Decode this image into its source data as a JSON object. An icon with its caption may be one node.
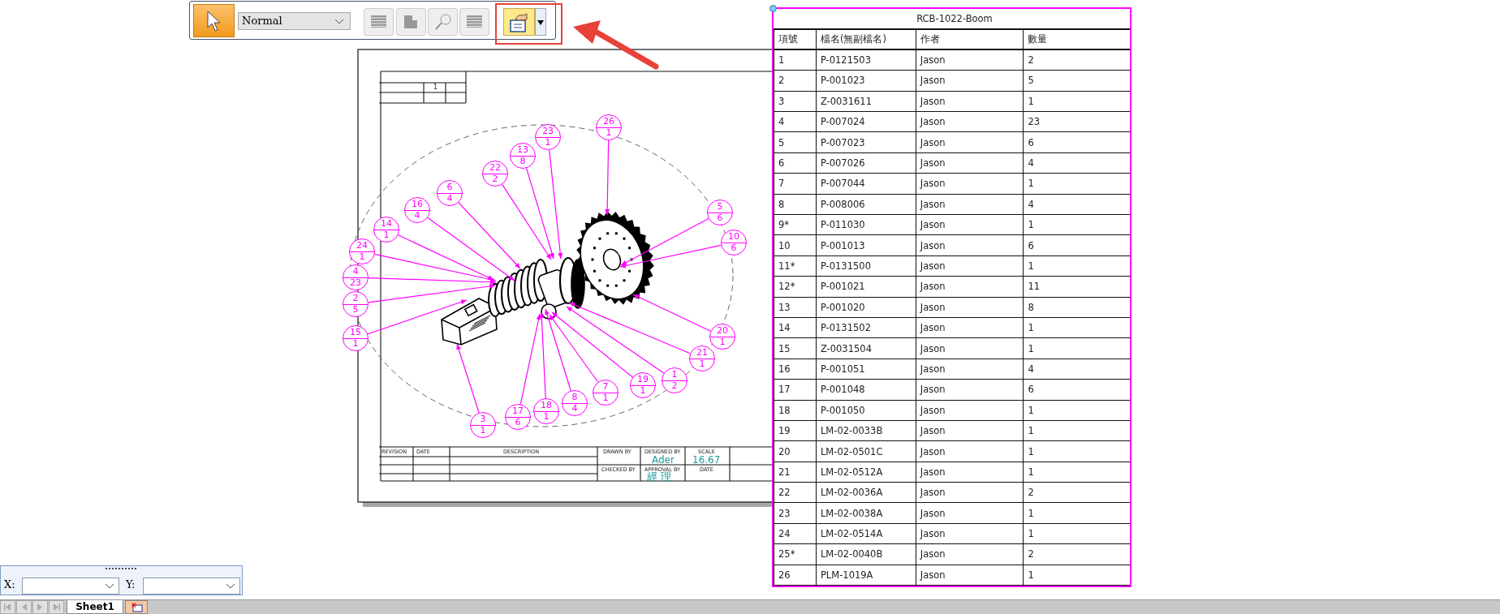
{
  "diagram": {
    "nodes": [
      {
        "text": [
          "4",
          "23"
        ]
      },
      {
        "text": [
          "24",
          "1"
        ]
      },
      {
        "text": [
          "14",
          "1"
        ]
      },
      {
        "text": [
          "16",
          "4"
        ]
      },
      {
        "text": [
          "6",
          "4"
        ]
      },
      {
        "text": [
          "22",
          "2"
        ]
      },
      {
        "text": [
          "13",
          "8"
        ]
      },
      {
        "text": [
          "23",
          "1"
        ]
      },
      {
        "text": [
          "26",
          "1"
        ]
      },
      {
        "text": [
          "5",
          "6"
        ]
      },
      {
        "text": [
          "10",
          "6"
        ]
      },
      {
        "text": [
          "2",
          "5"
        ]
      },
      {
        "text": [
          "15",
          "1"
        ]
      },
      {
        "text": [
          "20",
          "1"
        ]
      },
      {
        "text": [
          "21",
          "1"
        ]
      },
      {
        "text": [
          "1",
          "2"
        ]
      },
      {
        "text": [
          "19",
          "1"
        ]
      },
      {
        "text": [
          "7",
          "1"
        ]
      },
      {
        "text": [
          "8",
          "4"
        ]
      },
      {
        "text": [
          "18",
          "1"
        ]
      },
      {
        "text": [
          "17",
          "6"
        ]
      },
      {
        "text": [
          "3",
          "1"
        ]
      },
      {
        "text": [],
        "shape": "picture"
      }
    ],
    "edges": [
      {
        "from": 0,
        "to": 22,
        "arrow": "to"
      },
      {
        "from": 1,
        "to": 22,
        "arrow": "to"
      },
      {
        "from": 2,
        "to": 22,
        "arrow": "to"
      },
      {
        "from": 3,
        "to": 22,
        "arrow": "to"
      },
      {
        "from": 4,
        "to": 22,
        "arrow": "to"
      },
      {
        "from": 5,
        "to": 22,
        "arrow": "to"
      },
      {
        "from": 6,
        "to": 22,
        "arrow": "to"
      },
      {
        "from": 7,
        "to": 22,
        "arrow": "to"
      },
      {
        "from": 8,
        "to": 22,
        "arrow": "to"
      },
      {
        "from": 9,
        "to": 22,
        "arrow": "to"
      },
      {
        "from": 10,
        "to": 22,
        "arrow": "to"
      },
      {
        "from": 11,
        "to": 22,
        "arrow": "to"
      },
      {
        "from": 12,
        "to": 22,
        "arrow": "to"
      },
      {
        "from": 13,
        "to": 22,
        "arrow": "to"
      },
      {
        "from": 14,
        "to": 22,
        "arrow": "to"
      },
      {
        "from": 15,
        "to": 22,
        "arrow": "to"
      },
      {
        "from": 16,
        "to": 22,
        "arrow": "to"
      },
      {
        "from": 17,
        "to": 22,
        "arrow": "to"
      },
      {
        "from": 18,
        "to": 22,
        "arrow": "to"
      },
      {
        "from": 19,
        "to": 22,
        "arrow": "to"
      },
      {
        "from": 20,
        "to": 22,
        "arrow": "to"
      },
      {
        "from": 21,
        "to": 22,
        "arrow": "to"
      }
    ],
    "labels": [
      "Normal",
      "1",
      "REVISION",
      "DATE",
      "DESCRIPTION",
      "DRAWN BY",
      "DESIGNED BY",
      "SCALE",
      "CHECKED BY",
      "APPROVAL BY",
      "DATE",
      "Ader",
      "16.67",
      "經 理",
      "RCB-1022-Boom",
      "項號",
      "檔名(無副檔名)",
      "作者",
      "數量",
      "1",
      "P-0121503",
      "Jason",
      "2",
      "2",
      "P-001023",
      "Jason",
      "5",
      "3",
      "Z-0031611",
      "Jason",
      "1",
      "4",
      "P-007024",
      "Jason",
      "23",
      "5",
      "P-007023",
      "Jason",
      "6",
      "6",
      "P-007026",
      "Jason",
      "4",
      "7",
      "P-007044",
      "Jason",
      "1",
      "8",
      "P-008006",
      "Jason",
      "4",
      "9*",
      "P-011030",
      "Jason",
      "1",
      "10",
      "P-001013",
      "Jason",
      "6",
      "11*",
      "P-0131500",
      "Jason",
      "1",
      "12*",
      "P-001021",
      "Jason",
      "11",
      "13",
      "P-001020",
      "Jason",
      "8",
      "14",
      "P-0131502",
      "Jason",
      "1",
      "15",
      "Z-0031504",
      "Jason",
      "1",
      "16",
      "P-001051",
      "Jason",
      "4",
      "17",
      "P-001048",
      "Jason",
      "6",
      "18",
      "P-001050",
      "Jason",
      "1",
      "19",
      "LM-02-0033B",
      "Jason",
      "1",
      "20",
      "LM-02-0501C",
      "Jason",
      "1",
      "21",
      "LM-02-0512A",
      "Jason",
      "1",
      "22",
      "LM-02-0036A",
      "Jason",
      "2",
      "23",
      "LM-02-0038A",
      "Jason",
      "1",
      "24",
      "LM-02-0514A",
      "Jason",
      "1",
      "25*",
      "LM-02-0040B",
      "Jason",
      "2",
      "26",
      "PLM-1019A",
      "Jason",
      "1",
      "X:",
      "Y:",
      "Sheet1"
    ]
  }
}
